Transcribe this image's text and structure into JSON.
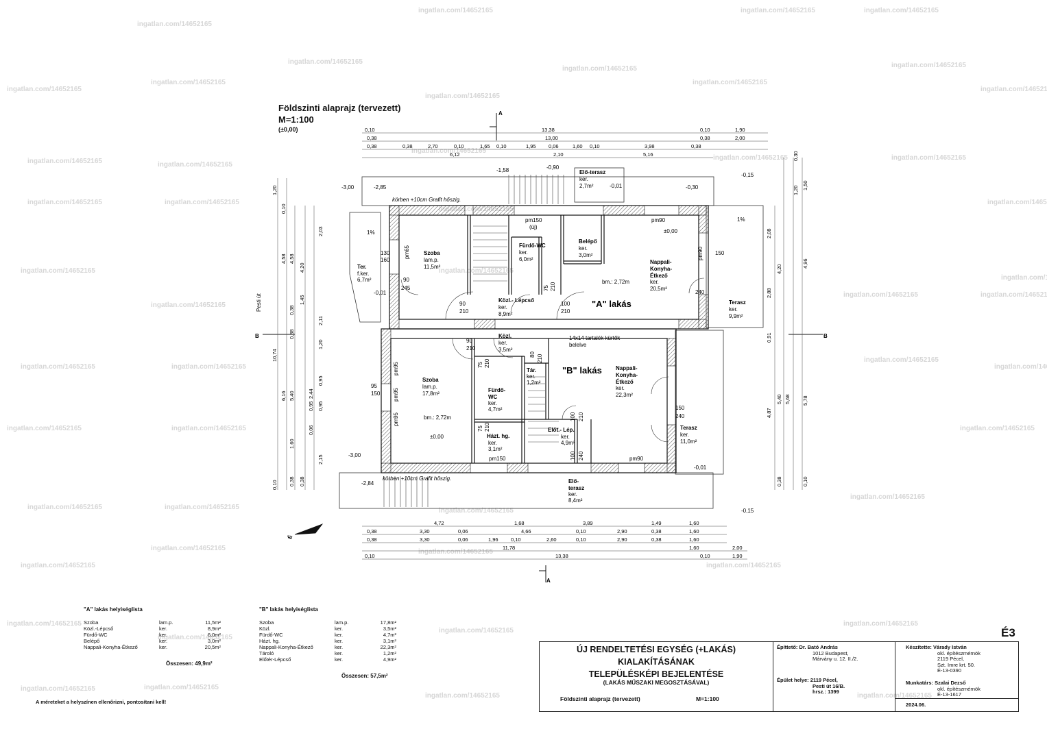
{
  "drawing": {
    "title": "Földszinti alaprajz (tervezett)",
    "scale": "M=1:100",
    "level": "(±0,00)",
    "sheet_id": "É3",
    "watermark": "ingatlan.com/14652165",
    "north": "É",
    "section_a": "A",
    "section_b": "B",
    "street": "Pesti út"
  },
  "rooms_a": [
    {
      "name": "Szoba",
      "floor": "lam.p.",
      "area": "11,5m²"
    },
    {
      "name": "Fürdő-WC",
      "floor": "ker.",
      "area": "6,0m²"
    },
    {
      "name": "Közl.- Lépcső",
      "floor": "ker.",
      "area": "8,9m²"
    },
    {
      "name": "Belépő",
      "floor": "ker.",
      "area": "3,0m²"
    },
    {
      "name": "Nappali- Konyha- Étkező",
      "floor": "ker.",
      "area": "20,5m²"
    },
    {
      "name": "Elő-terasz",
      "floor": "ker.",
      "area": "2,7m²"
    },
    {
      "name": "Ter.",
      "floor": "f.ker.",
      "area": "6,7m²"
    },
    {
      "name": "Terasz",
      "floor": "ker.",
      "area": "9,9m²"
    }
  ],
  "rooms_b": [
    {
      "name": "Szoba",
      "floor": "lam.p.",
      "area": "17,8m²"
    },
    {
      "name": "Közl.",
      "floor": "ker.",
      "area": "3,5m²"
    },
    {
      "name": "Fürdő- WC",
      "floor": "ker.",
      "area": "4,7m²"
    },
    {
      "name": "Tár.",
      "floor": "ker.",
      "area": "1,2m²"
    },
    {
      "name": "Házt. hg.",
      "floor": "ker.",
      "area": "3,1m²"
    },
    {
      "name": "Előt.- Lép.",
      "floor": "ker.",
      "area": "4,9m²"
    },
    {
      "name": "Nappali- Konyha- Étkező",
      "floor": "ker.",
      "area": "22,3m²"
    },
    {
      "name": "Terasz",
      "floor": "ker.",
      "area": "11,0m²"
    },
    {
      "name": "Elő- terasz",
      "floor": "ker.",
      "area": "8,4m²"
    }
  ],
  "apartment_labels": {
    "a": "\"A\" lakás",
    "b": "\"B\" lakás"
  },
  "annotations": {
    "bm_a": "bm.: 2,72m",
    "bm_b": "bm.: 2,72m",
    "zero_a": "±0,00",
    "zero_b": "±0,00",
    "insulation_top": "körben +10cm Grafit hőszig.",
    "insulation_bottom": "körben +10cm Grafit hőszig.",
    "chimney": "14x14 tartalék kürtők",
    "chimney2": "belelve",
    "slope_1": "1%",
    "slope_2": "1%",
    "levels": [
      "-3,00",
      "-2,85",
      "-1,58",
      "-0,90",
      "-0,01",
      "-0,30",
      "-0,15",
      "-0,01",
      "-3,00",
      "-2,84",
      "-0,01",
      "-0,15"
    ]
  },
  "dims_top": {
    "row1": [
      "0,10",
      "13,38",
      "0,10",
      "1,90"
    ],
    "row2": [
      "0,38",
      "13,00",
      "0,38",
      "2,00"
    ],
    "row3": [
      "0,38",
      "0,38",
      "2,70",
      "0,10",
      "1,65",
      "0,10",
      "1,95",
      "0,06",
      "1,60",
      "0,10",
      "3,98",
      "0,38"
    ],
    "row4": [
      "6,12",
      "2,10",
      "5,16"
    ]
  },
  "dims_bottom": {
    "row1": [
      "4,72",
      "1,68",
      "3,89",
      "1,49",
      "1,60"
    ],
    "row2": [
      "0,38",
      "3,30",
      "0,06",
      "4,66",
      "0,10",
      "2,90",
      "0,38",
      "1,60"
    ],
    "row3": [
      "0,38",
      "3,30",
      "0,06",
      "1,96",
      "0,10",
      "2,60",
      "0,10",
      "2,90",
      "0,38",
      "1,60"
    ],
    "row4": [
      "11,78",
      "1,60",
      "2,00"
    ],
    "row5": [
      "0,10",
      "13,38",
      "0,10",
      "1,90"
    ]
  },
  "dims_left": [
    "1,20",
    "0,10",
    "4,58",
    "4,58",
    "4,20",
    "1,45",
    "0,38",
    "0,38",
    "10,74",
    "6,16",
    "5,40",
    "2,44",
    "0,95",
    "1,60",
    "0,10",
    "0,38",
    "0,38",
    "2,03",
    "1,20",
    "2,11",
    "0,95",
    "0,95",
    "0,06",
    "2,15"
  ],
  "dims_right": [
    "0,30",
    "1,20",
    "1,50",
    "2,08",
    "2,88",
    "4,20",
    "4,96",
    "0,91",
    "4,87",
    "5,40",
    "5,68",
    "5,78",
    "0,38",
    "0,10"
  ],
  "openings": [
    "pm150",
    "(új)",
    "pm90",
    "pm65",
    "pm95",
    "pm95",
    "pm95",
    "pm90",
    "pm150",
    "pm90",
    "130",
    "160",
    "90",
    "245",
    "90",
    "210",
    "100",
    "210",
    "150",
    "240",
    "75",
    "210",
    "90",
    "210",
    "80",
    "210",
    "75",
    "210",
    "75",
    "210",
    "100",
    "210",
    "100",
    "240",
    "95",
    "150",
    "150",
    "240"
  ],
  "room_list_a": {
    "title": "\"A\" lakás helyiséglista",
    "rows": [
      [
        "Szoba",
        "lam.p.",
        "11,5m²"
      ],
      [
        "Közl.-Lépcső",
        "ker.",
        "8,9m²"
      ],
      [
        "Fürdő-WC",
        "ker.",
        "6,0m²"
      ],
      [
        "Belépő",
        "ker.",
        "3,0m²"
      ],
      [
        "Nappali-Konyha-Étkező",
        "ker.",
        "20,5m²"
      ]
    ],
    "total": "Összesen: 49,9m²"
  },
  "room_list_b": {
    "title": "\"B\" lakás helyiséglista",
    "rows": [
      [
        "Szoba",
        "lam.p.",
        "17,8m²"
      ],
      [
        "Közl.",
        "ker.",
        "3,5m²"
      ],
      [
        "Fürdő-WC",
        "ker.",
        "4,7m²"
      ],
      [
        "Házt. hg.",
        "ker.",
        "3,1m²"
      ],
      [
        "Nappali-Konyha-Étkező",
        "ker.",
        "22,3m²"
      ],
      [
        "Tároló",
        "ker.",
        "1,2m²"
      ],
      [
        "Előtér-Lépcső",
        "ker.",
        "4,9m²"
      ]
    ],
    "total": "Összesen: 57,5m²"
  },
  "note": "A méreteket a helyszínen ellenőrizni, pontosítani kell!",
  "title_block": {
    "line1": "ÚJ RENDELTETÉSI EGYSÉG (+LAKÁS)",
    "line2": "KIALAKÍTÁSÁNAK",
    "line3": "TELEPÜLÉSKÉPI BEJELENTÉSE",
    "line4": "(LAKÁS MŰSZAKI MEGOSZTÁSÁVAL)",
    "sub": "Földszinti alaprajz (tervezett)",
    "sub_scale": "M=1:100",
    "builder_label": "Építtető:",
    "builder_name": "Dr. Bató András",
    "builder_addr1": "1012 Budapest,",
    "builder_addr2": "Márvány u. 12. II./2.",
    "site_label": "Épület helye:",
    "site1": "2119 Pécel,",
    "site2": "Pesti út 16/B.",
    "site3": "hrsz.: 1399",
    "made_label": "Készítette:",
    "made_name": "Várady István",
    "made_t1": "okl. építészmérnök",
    "made_t2": "2119 Pécel,",
    "made_t3": "Szt. Imre krt. 50.",
    "made_t4": "É-13-0390",
    "co_label": "Munkatárs:",
    "co_name": "Szalai Dezső",
    "co_t1": "okl. építészmérnök",
    "co_t2": "É-13-1617",
    "date": "2024.06."
  }
}
